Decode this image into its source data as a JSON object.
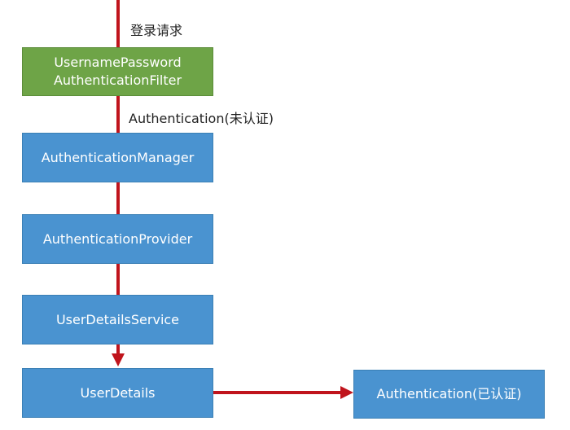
{
  "labels": {
    "login_request": "登录请求",
    "unauthenticated": "Authentication(未认证)"
  },
  "nodes": {
    "filter": {
      "line1": "UsernamePassword",
      "line2": "AuthenticationFilter"
    },
    "manager": "AuthenticationManager",
    "provider": "AuthenticationProvider",
    "details_service": "UserDetailsService",
    "user_details": "UserDetails",
    "authenticated": "Authentication(已认证)"
  },
  "colors": {
    "arrow": "#c0141c",
    "node_blue": "#4a93d0",
    "node_green": "#6ea447"
  }
}
